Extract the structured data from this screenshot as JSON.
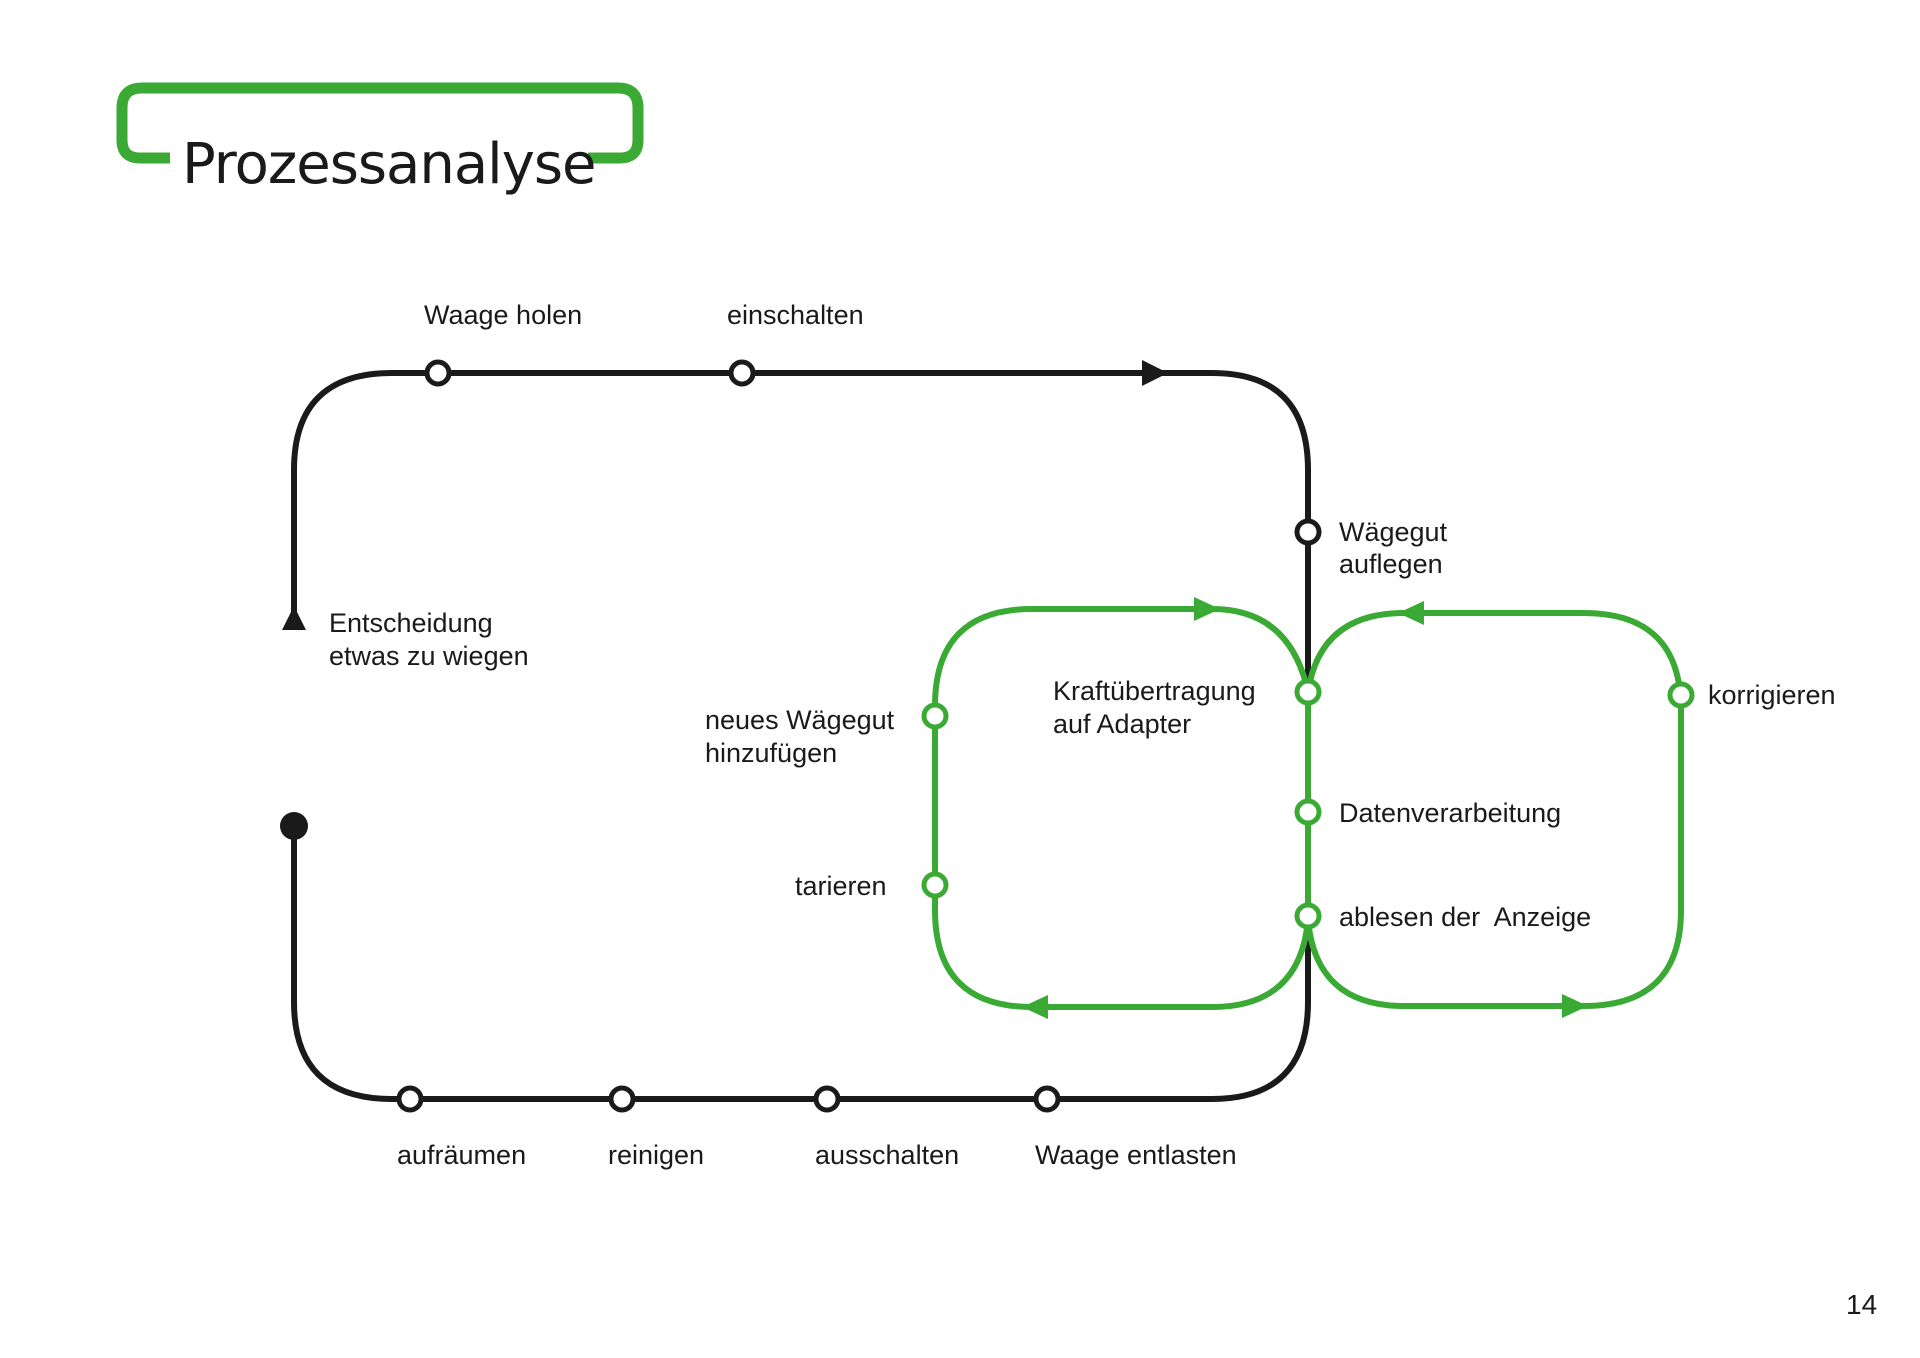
{
  "title": "Prozessanalyse",
  "page_number": "14",
  "colors": {
    "main_line": "#1a1a1a",
    "loop_line": "#3aaa35",
    "background": "#ffffff"
  },
  "main_process": {
    "start": "Entscheidung etwas zu wiegen",
    "start_lines": [
      "Entscheidung",
      "etwas zu wiegen"
    ],
    "top_steps": [
      "Waage holen",
      "einschalten"
    ],
    "right_step_lines": [
      "Wägegut",
      "auflegen"
    ],
    "bottom_steps": [
      "Waage entlasten",
      "ausschalten",
      "reinigen",
      "aufräumen"
    ]
  },
  "loop_left": {
    "steps": [
      {
        "lines": [
          "Kraftübertragung",
          "auf Adapter"
        ]
      },
      {
        "lines": [
          "neues Wägegut",
          "hinzufügen"
        ]
      },
      {
        "lines": [
          "tarieren"
        ]
      }
    ]
  },
  "shared_steps": [
    "Datenverarbeitung",
    "ablesen der  Anzeige"
  ],
  "loop_right": {
    "steps": [
      {
        "lines": [
          "korrigieren"
        ]
      }
    ]
  }
}
